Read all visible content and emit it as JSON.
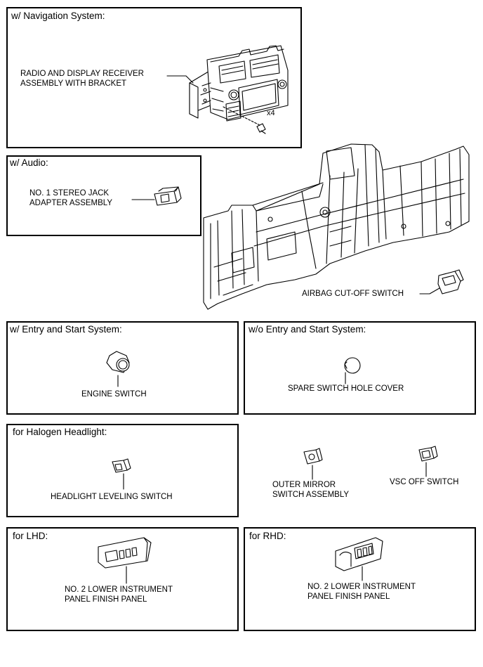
{
  "sections": {
    "navigation": {
      "title": "w/ Navigation System:",
      "label_line1": "RADIO AND DISPLAY RECEIVER",
      "label_line2": "ASSEMBLY WITH BRACKET",
      "qty": "x4"
    },
    "audio": {
      "title": "w/ Audio:",
      "label_line1": "NO. 1 STEREO JACK",
      "label_line2": "ADAPTER ASSEMBLY"
    },
    "dash": {
      "airbag_label": "AIRBAG CUT-OFF SWITCH"
    },
    "entry_start": {
      "title": "w/ Entry and Start System:",
      "label": "ENGINE SWITCH"
    },
    "no_entry_start": {
      "title": "w/o Entry and Start System:",
      "label": "SPARE SWITCH HOLE COVER"
    },
    "halogen": {
      "title": "for Halogen Headlight:",
      "label": "HEADLIGHT LEVELING SWITCH"
    },
    "mirror": {
      "label_line1": "OUTER MIRROR",
      "label_line2": "SWITCH ASSEMBLY"
    },
    "vsc": {
      "label": "VSC OFF SWITCH"
    },
    "lhd": {
      "title": "for LHD:",
      "label_line1": "NO. 2 LOWER INSTRUMENT",
      "label_line2": "PANEL FINISH PANEL"
    },
    "rhd": {
      "title": "for RHD:",
      "label_line1": "NO. 2 LOWER INSTRUMENT",
      "label_line2": "PANEL FINISH PANEL"
    }
  }
}
